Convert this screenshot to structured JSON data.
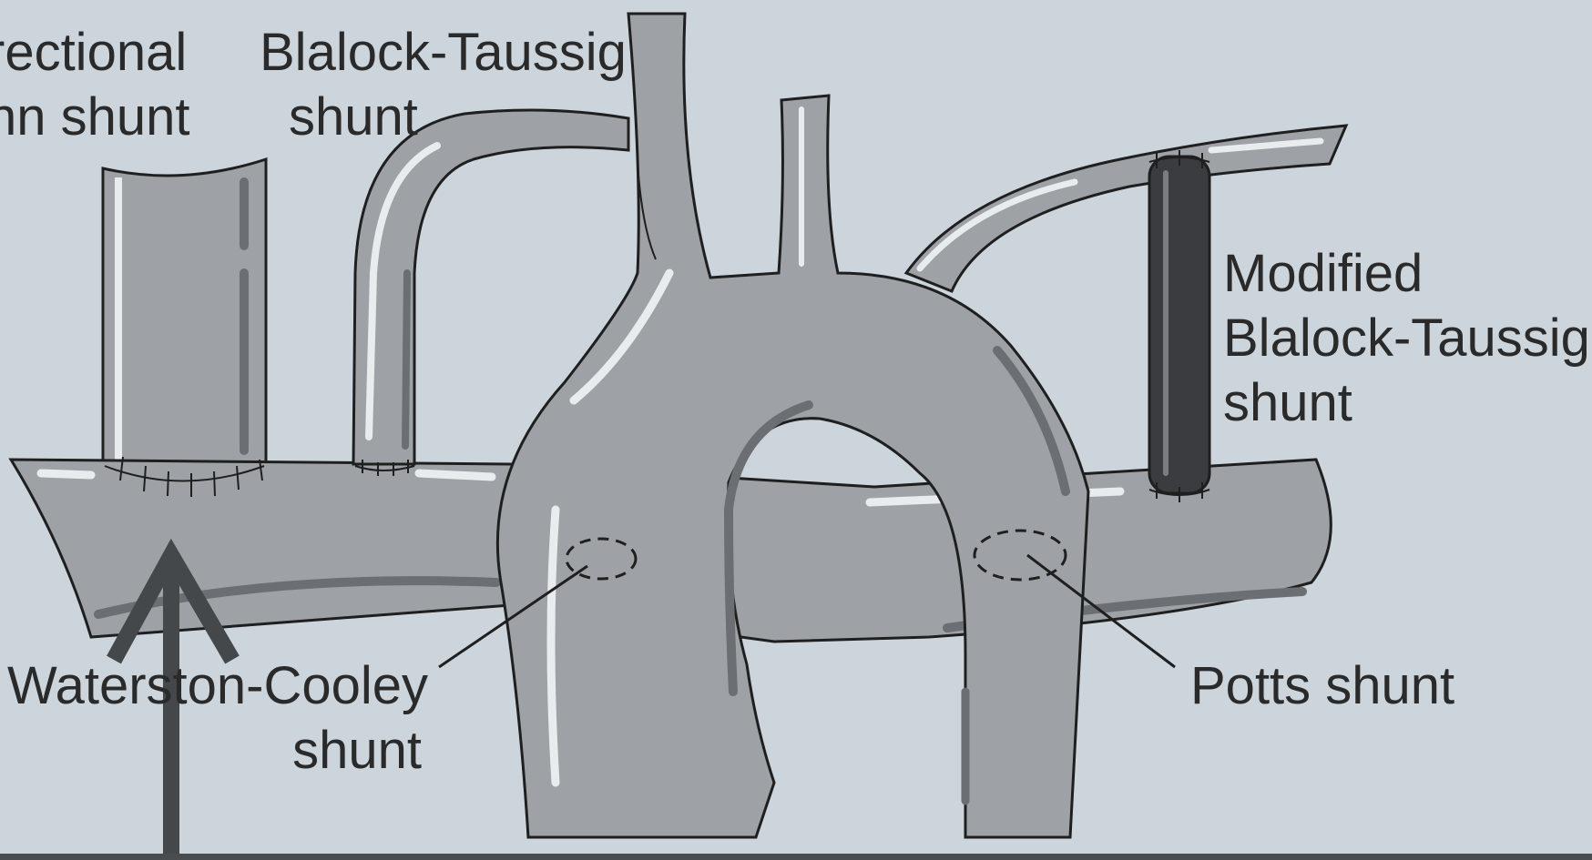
{
  "labels": {
    "glenn": {
      "line1": "rectional",
      "line2": "nn shunt"
    },
    "bt": {
      "line1": "Blalock-Taussig",
      "line2": "shunt"
    },
    "modified_bt": {
      "line1": "Modified",
      "line2": "Blalock-Taussig",
      "line3": "shunt"
    },
    "waterston": {
      "line1": "Waterston-Cooley",
      "line2": "shunt"
    },
    "potts": {
      "line1": "Potts shunt"
    }
  },
  "colors": {
    "background": "#cdd5dc",
    "vessel_fill": "#9ea2a6",
    "vessel_highlight": "#e9ecee",
    "vessel_shadow": "#6b6f73",
    "outline": "#1f1f1f",
    "graft": "#3a3c3f",
    "arrow": "#45484b",
    "label_text": "#2a2a2a"
  }
}
